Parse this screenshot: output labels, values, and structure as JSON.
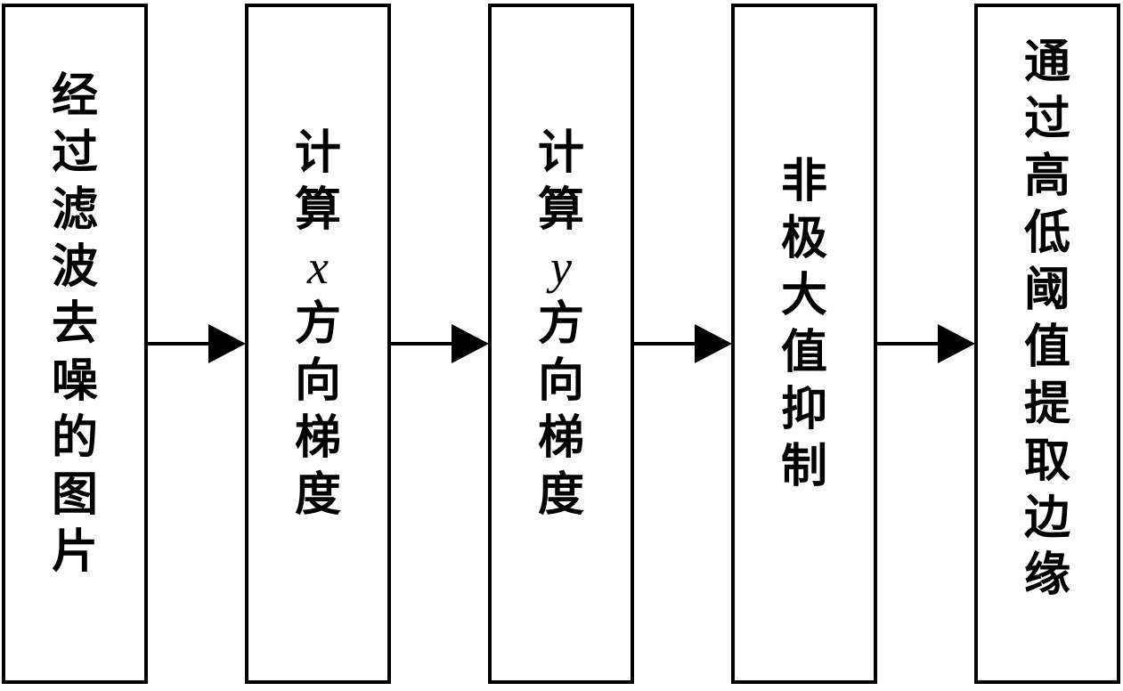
{
  "steps": [
    {
      "chars": [
        "经",
        "过",
        "滤",
        "波",
        "去",
        "噪",
        "的",
        "图",
        "片"
      ]
    },
    {
      "chars": [
        "计",
        "算",
        "x",
        "方",
        "向",
        "梯",
        "度"
      ]
    },
    {
      "chars": [
        "计",
        "算",
        "y",
        "方",
        "向",
        "梯",
        "度"
      ]
    },
    {
      "chars": [
        "非",
        "极",
        "大",
        "值",
        "抑",
        "制"
      ]
    },
    {
      "chars": [
        "通",
        "过",
        "高",
        "低",
        "阈",
        "值",
        "提",
        "取",
        "边",
        "缘"
      ]
    }
  ]
}
